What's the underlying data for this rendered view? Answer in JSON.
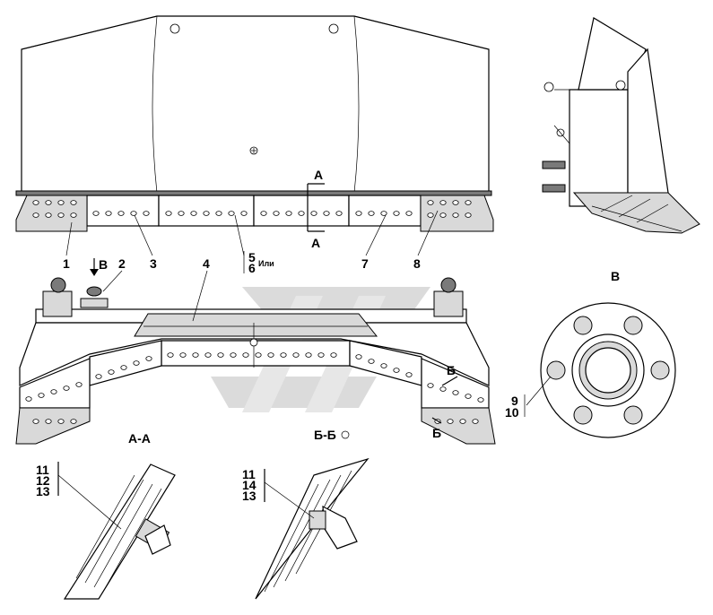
{
  "views": {
    "section_a_label": "А",
    "section_a_title": "А-А",
    "section_b_label": "Б",
    "section_b_title": "Б-Б",
    "view_v_label": "В",
    "view_v_title": "В"
  },
  "callouts": {
    "c1": "1",
    "c2": "2",
    "c3": "3",
    "c4": "4",
    "c5": "5",
    "c6": "6",
    "c7": "7",
    "c8": "8",
    "c9": "9",
    "c10": "10",
    "c11": "11",
    "c12": "12",
    "c13": "13",
    "c14": "14",
    "or_note": "Или"
  }
}
